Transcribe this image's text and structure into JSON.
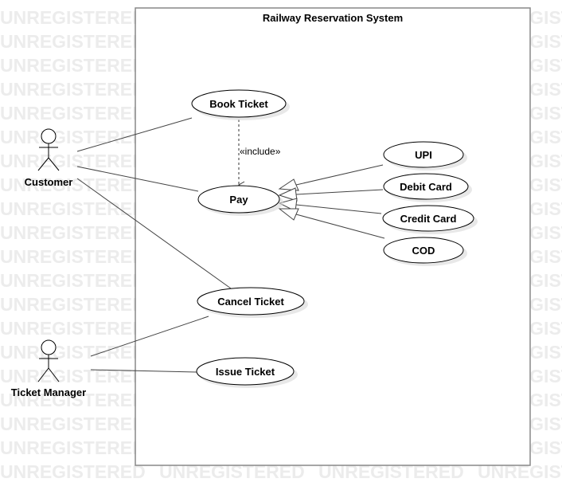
{
  "watermark": {
    "text": "UNREGISTERED"
  },
  "system": {
    "title": "Railway Reservation System"
  },
  "actors": {
    "customer": "Customer",
    "ticket_manager": "Ticket Manager"
  },
  "use_cases": {
    "book_ticket": "Book Ticket",
    "pay": "Pay",
    "upi": "UPI",
    "debit_card": "Debit Card",
    "credit_card": "Credit Card",
    "cod": "COD",
    "cancel_ticket": "Cancel Ticket",
    "issue_ticket": "Issue Ticket"
  },
  "relations": {
    "include_label": "«include»"
  }
}
